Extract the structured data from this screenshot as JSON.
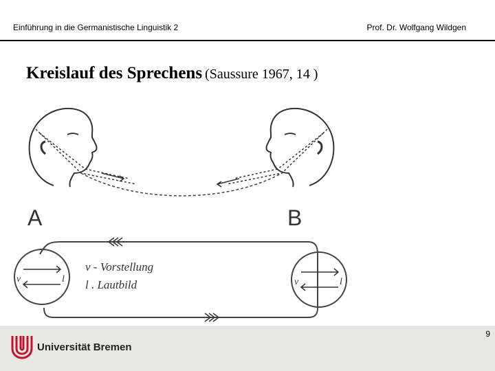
{
  "header": {
    "course": "Einführung in die Germanistische Linguistik 2",
    "author": "Prof. Dr. Wolfgang Wildgen"
  },
  "slide": {
    "title": "Kreislauf des Sprechens",
    "source": "(Saussure 1967, 14 )"
  },
  "figure": {
    "label_a": "A",
    "label_b": "B",
    "legend_line1": "v - Vorstellung",
    "legend_line2": "l . Lautbild",
    "circle_left_v": "v",
    "circle_left_l": "l",
    "circle_right_v": "v",
    "circle_right_l": "l"
  },
  "footer": {
    "university": "Universität Bremen",
    "logo_color": "#c8102e",
    "page_number": "9"
  }
}
